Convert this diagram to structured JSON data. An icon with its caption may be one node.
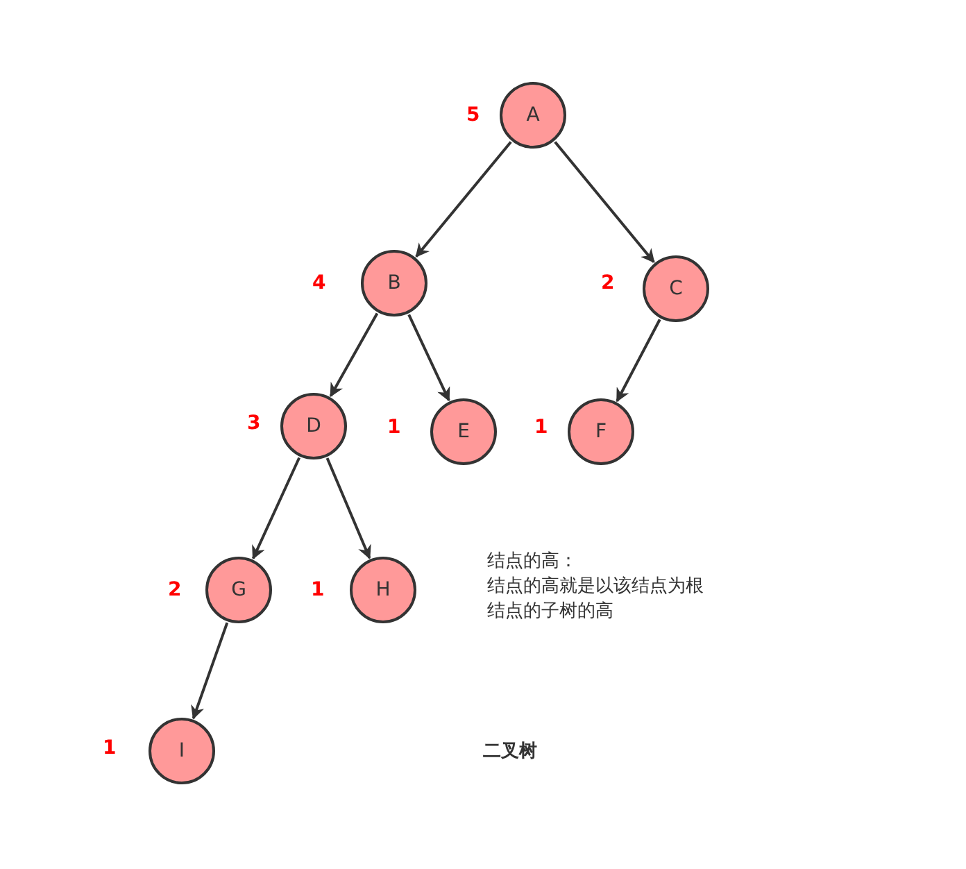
{
  "diagram": {
    "caption": "二叉树",
    "nodes": [
      {
        "text": [
          "A"
        ],
        "beside": [
          "5"
        ]
      },
      {
        "text": [
          "B"
        ],
        "beside": [
          "4"
        ]
      },
      {
        "text": [
          "C"
        ],
        "beside": [
          "2"
        ]
      },
      {
        "text": [
          "D"
        ],
        "beside": [
          "3"
        ]
      },
      {
        "text": [
          "E"
        ],
        "beside": [
          "1"
        ]
      },
      {
        "text": [
          "F"
        ],
        "beside": [
          "1"
        ]
      },
      {
        "text": [
          "G"
        ],
        "beside": [
          "2"
        ]
      },
      {
        "text": [
          "H"
        ],
        "beside": [
          "1"
        ]
      },
      {
        "text": [
          "I"
        ],
        "beside": [
          "1"
        ]
      }
    ],
    "edges": [
      {
        "from": 0,
        "to": 1,
        "arrow": "to"
      },
      {
        "from": 0,
        "to": 2,
        "arrow": "to"
      },
      {
        "from": 1,
        "to": 3,
        "arrow": "to"
      },
      {
        "from": 1,
        "to": 4,
        "arrow": "to"
      },
      {
        "from": 2,
        "to": 5,
        "arrow": "to"
      },
      {
        "from": 3,
        "to": 6,
        "arrow": "to"
      },
      {
        "from": 3,
        "to": 7,
        "arrow": "to"
      },
      {
        "from": 6,
        "to": 8,
        "arrow": "to"
      }
    ],
    "labels": [
      "结点的高：",
      "结点的高就是以该结点为根结点的子树的高"
    ]
  }
}
